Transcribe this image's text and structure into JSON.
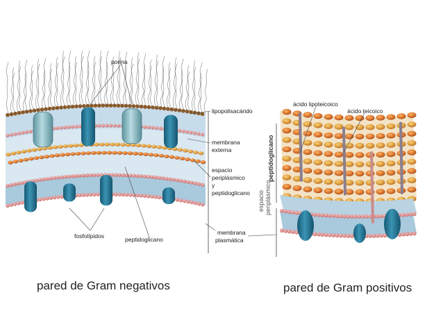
{
  "gram_negative": {
    "caption": "pared de Gram negativos",
    "labels": {
      "porina": "porina",
      "lipopolisacarido": "lipopolisacárido",
      "membrana_externa_1": "membrana",
      "membrana_externa_2": "externa",
      "espacio_1": "espacio",
      "espacio_2": "periplásmico",
      "espacio_3": "y",
      "espacio_4": "peptidoglicano",
      "membrana_plasmatica_1": "membrana",
      "membrana_plasmatica_2": "plasmática",
      "fosfolipidos": "fosfolípidos",
      "peptidoglicano": "peptidoglicano"
    }
  },
  "gram_positive": {
    "caption": "pared de Gram positivos",
    "labels": {
      "acido_lipoteicoico": "ácido lipoteicoico",
      "acido_teicoico": "ácido teicoico",
      "peptidoglicano_vertical": "peptidoglicano",
      "espacio_vertical_1": "espacio",
      "espacio_vertical_2": "periplásmico"
    }
  },
  "colors": {
    "lps_hair": "#555555",
    "lps_head": "#8a5a2b",
    "membrane_blue": "#a9c9dc",
    "lipid_head": "#d98a8a",
    "peptidoglycan": "#e0a040",
    "peptidoglycan_dark": "#c86a20",
    "protein": "#1f6e8c",
    "porin": "#7fb0b8",
    "teichoic": "#8a7f8f"
  }
}
